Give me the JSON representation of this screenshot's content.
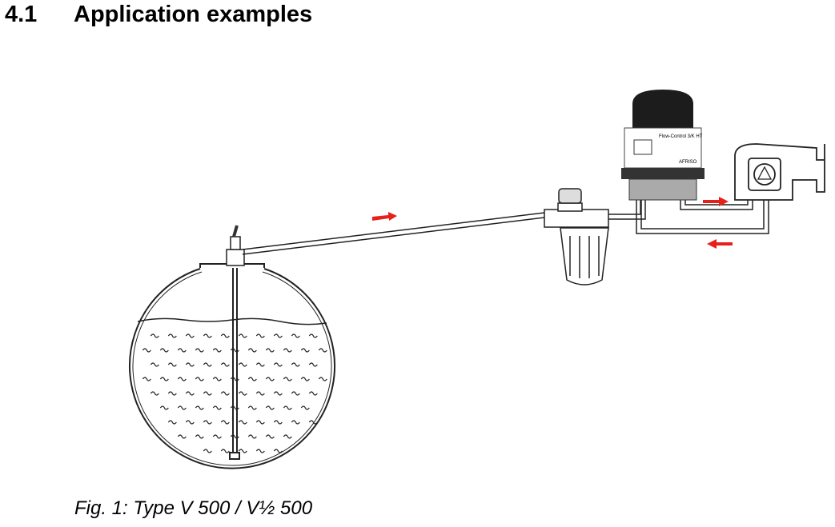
{
  "section": {
    "number": "4.1",
    "title": "Application examples"
  },
  "figure": {
    "caption": "Fig. 1: Type V 500 / V½ 500",
    "device_label": "Flow-Control 3/K HT",
    "brand": "AFRISO",
    "arrow_color": "#e8201a"
  }
}
